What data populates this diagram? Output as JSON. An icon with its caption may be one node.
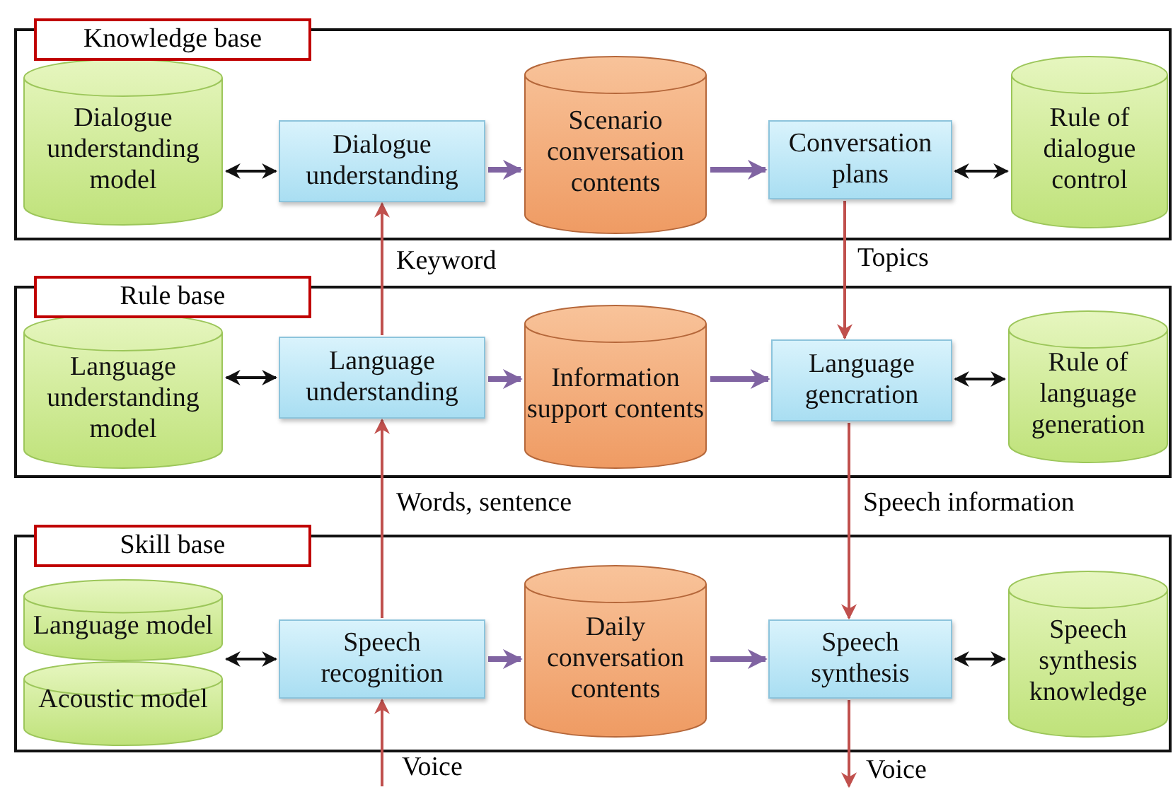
{
  "diagram": {
    "nodes": [
      {
        "text": [
          "Knowledge base"
        ]
      },
      {
        "text": [
          "Dialogue understanding model"
        ],
        "in": 0
      },
      {
        "text": [
          "Dialogue understanding"
        ],
        "in": 0
      },
      {
        "text": [
          "Scenario conversation contents"
        ],
        "in": 0
      },
      {
        "text": [
          "Conversation plans"
        ],
        "in": 0
      },
      {
        "text": [
          "Rule of dialogue control"
        ],
        "in": 0
      },
      {
        "text": [
          "Rule base"
        ]
      },
      {
        "text": [
          "Language understanding model"
        ],
        "in": 6
      },
      {
        "text": [
          "Language understanding"
        ],
        "in": 6
      },
      {
        "text": [
          "Information support contents"
        ],
        "in": 6
      },
      {
        "text": [
          "Language gencration"
        ],
        "in": 6
      },
      {
        "text": [
          "Rule of language generation"
        ],
        "in": 6
      },
      {
        "text": [
          "Skill base"
        ]
      },
      {
        "text": [
          "Language model"
        ],
        "in": 12
      },
      {
        "text": [
          "Acoustic model"
        ],
        "in": 12
      },
      {
        "text": [
          "Speech recognition"
        ],
        "in": 12
      },
      {
        "text": [
          "Daily conversation contents"
        ],
        "in": 12
      },
      {
        "text": [
          "Speech synthesis"
        ],
        "in": 12
      },
      {
        "text": [
          "Speech synthesis knowledge"
        ],
        "in": 12
      }
    ],
    "edges": [
      {
        "from": 1,
        "to": 2,
        "arrow": "both"
      },
      {
        "from": 2,
        "to": 3,
        "arrow": "to",
        "style": "thick",
        "color": "#8064a2"
      },
      {
        "from": 3,
        "to": 4,
        "arrow": "to",
        "style": "thick",
        "color": "#8064a2"
      },
      {
        "from": 4,
        "to": 5,
        "arrow": "both"
      },
      {
        "from": 8,
        "to": 2,
        "arrow": "to",
        "label": "Keyword",
        "color": "#c0504d"
      },
      {
        "from": 4,
        "to": 10,
        "arrow": "to",
        "label": "Topics",
        "color": "#c0504d"
      },
      {
        "from": 7,
        "to": 8,
        "arrow": "both"
      },
      {
        "from": 8,
        "to": 9,
        "arrow": "to",
        "style": "thick",
        "color": "#8064a2"
      },
      {
        "from": 9,
        "to": 10,
        "arrow": "to",
        "style": "thick",
        "color": "#8064a2"
      },
      {
        "from": 10,
        "to": 11,
        "arrow": "both"
      },
      {
        "from": 15,
        "to": 8,
        "arrow": "to",
        "label": "Words, sentence",
        "color": "#c0504d"
      },
      {
        "from": 10,
        "to": 17,
        "arrow": "to",
        "label": "Speech information",
        "color": "#c0504d"
      },
      {
        "from": 13,
        "to": 15,
        "arrow": "both"
      },
      {
        "from": 15,
        "to": 16,
        "arrow": "to",
        "style": "thick",
        "color": "#8064a2"
      },
      {
        "from": 16,
        "to": 17,
        "arrow": "to",
        "style": "thick",
        "color": "#8064a2"
      },
      {
        "from": 17,
        "to": 18,
        "arrow": "both"
      },
      {
        "from": null,
        "to": 15,
        "arrow": "to",
        "label": "Voice",
        "color": "#c0504d"
      },
      {
        "from": 17,
        "to": null,
        "arrow": "to",
        "label": "Voice",
        "color": "#c0504d"
      }
    ]
  }
}
